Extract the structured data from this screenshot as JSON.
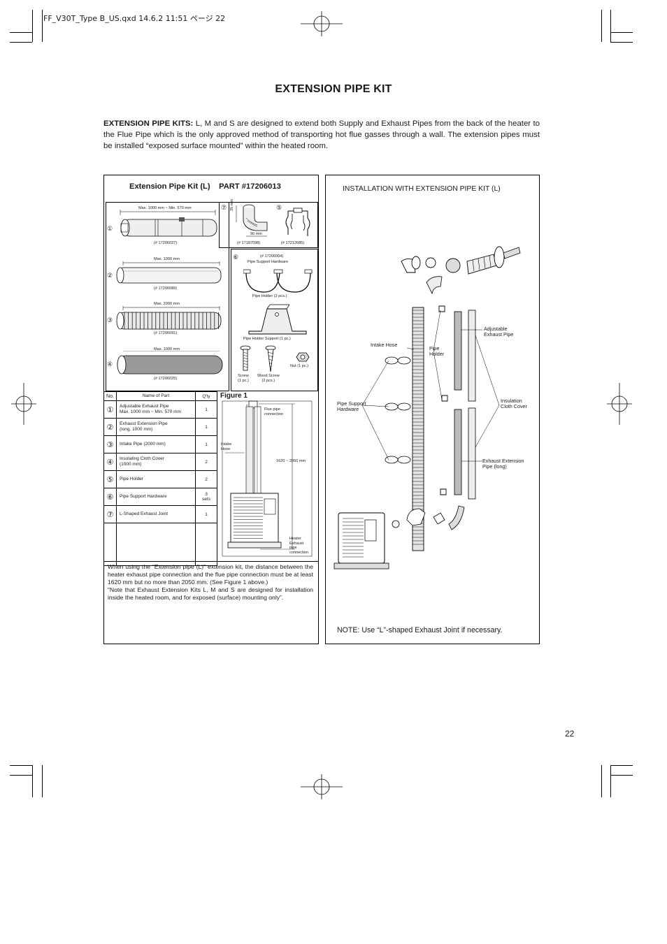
{
  "header": {
    "file_line": "FF_V30T_Type B_US.qxd  14.6.2 11:51  ページ 22"
  },
  "page": {
    "title": "EXTENSION PIPE KIT",
    "number": "22"
  },
  "intro": {
    "lead": "EXTENSION PIPE KITS:",
    "body": " L, M and S are designed to extend both Supply and Exhaust Pipes from the back of the heater to the Flue Pipe which is the only approved method of transporting hot flue gasses through a wall. The extension pipes must be installed “exposed surface mounted” within the heated room."
  },
  "left_panel": {
    "heading": "Extension Pipe Kit (L)",
    "part": "PART #17206013",
    "items": {
      "p1_dim": "Max. 1000 mm ~ Min. 570 mm",
      "p1_code": "(# 17206027)",
      "p1_num": "①",
      "p2_dim": "Max. 1000 mm",
      "p2_code": "(# 17206089)",
      "p2_num": "②",
      "p3_dim": "Max. 2000 mm",
      "p3_code": "(# 17206091)",
      "p3_num": "③",
      "p4_dim": "Max. 1000 mm",
      "p4_code": "(# 17206025)",
      "p4_num": "④",
      "p5_num": "⑤",
      "p5_code": "(# 17212685)",
      "p7_num": "⑦",
      "p7_code": "(# 17187098)",
      "p7_dim_v": "35 mm",
      "p7_dim_h": "90 mm",
      "p6_num": "⑥",
      "p6_code": "(# 17206004)",
      "p6_title": "Pipe Support Hardware",
      "holder": "Pipe Holder (2 pcs.)",
      "holder_support": "Pipe Holder Support (1 pc.)",
      "screw": "Screw\n(1 pc.)",
      "wood_screw": "Wood Screw\n(2 pcs.)",
      "nut": "Nut (1 pc.)"
    },
    "table": {
      "headers": [
        "No.",
        "Name of Part",
        "Q'ty"
      ],
      "rows": [
        {
          "no": "①",
          "name": "Adjustable Exhaust Pipe\nMax. 1000 mm ~ Min. 570 mm",
          "qty": "1"
        },
        {
          "no": "②",
          "name": "Exhaust Extension Pipe\n(long, 1000 mm)",
          "qty": "1"
        },
        {
          "no": "③",
          "name": "Intake Pipe (2000 mm)",
          "qty": "1"
        },
        {
          "no": "④",
          "name": "Insulating Cloth Cover\n(1000 mm)",
          "qty": "2"
        },
        {
          "no": "⑤",
          "name": "Pipe Holder",
          "qty": "2"
        },
        {
          "no": "⑥",
          "name": "Pipe Support Hardware",
          "qty": "3\nsets"
        },
        {
          "no": "⑦",
          "name": "L-Shaped Exhaust Joint",
          "qty": "1"
        }
      ]
    },
    "figure1": {
      "title": "Figure 1",
      "flue": "Flue pipe\nconnection",
      "intake": "Intake\nHose",
      "range": "1620 ~ 2050 mm",
      "heater_exhaust": "Heater\nExhaust\npipe\nconnection"
    },
    "notice": "When using the “Extension pipe (L)” extension kit, the distance between the heater exhaust pipe connection and the flue pipe connection must be at least 1620 mm but no more than 2050 mm. (See Figure 1 above.)\n“Note that Exhaust Extension Kits L, M and S are designed for installation inside the heated room, and for exposed (surface) mounting only”."
  },
  "right_panel": {
    "heading": "INSTALLATION WITH EXTENSION PIPE KIT (L)",
    "labels": {
      "adjustable": "Adjustable\nExhaust Pipe",
      "intake_hose": "Intake Hose",
      "pipe_holder": "Pipe\nHolder",
      "insulation": "Insulation\nCloth Cover",
      "support": "Pipe Support\nHardware",
      "extension": "Exhaust Extension\nPipe (long)"
    },
    "note": "NOTE: Use “L”-shaped Exhaust Joint if necessary."
  }
}
